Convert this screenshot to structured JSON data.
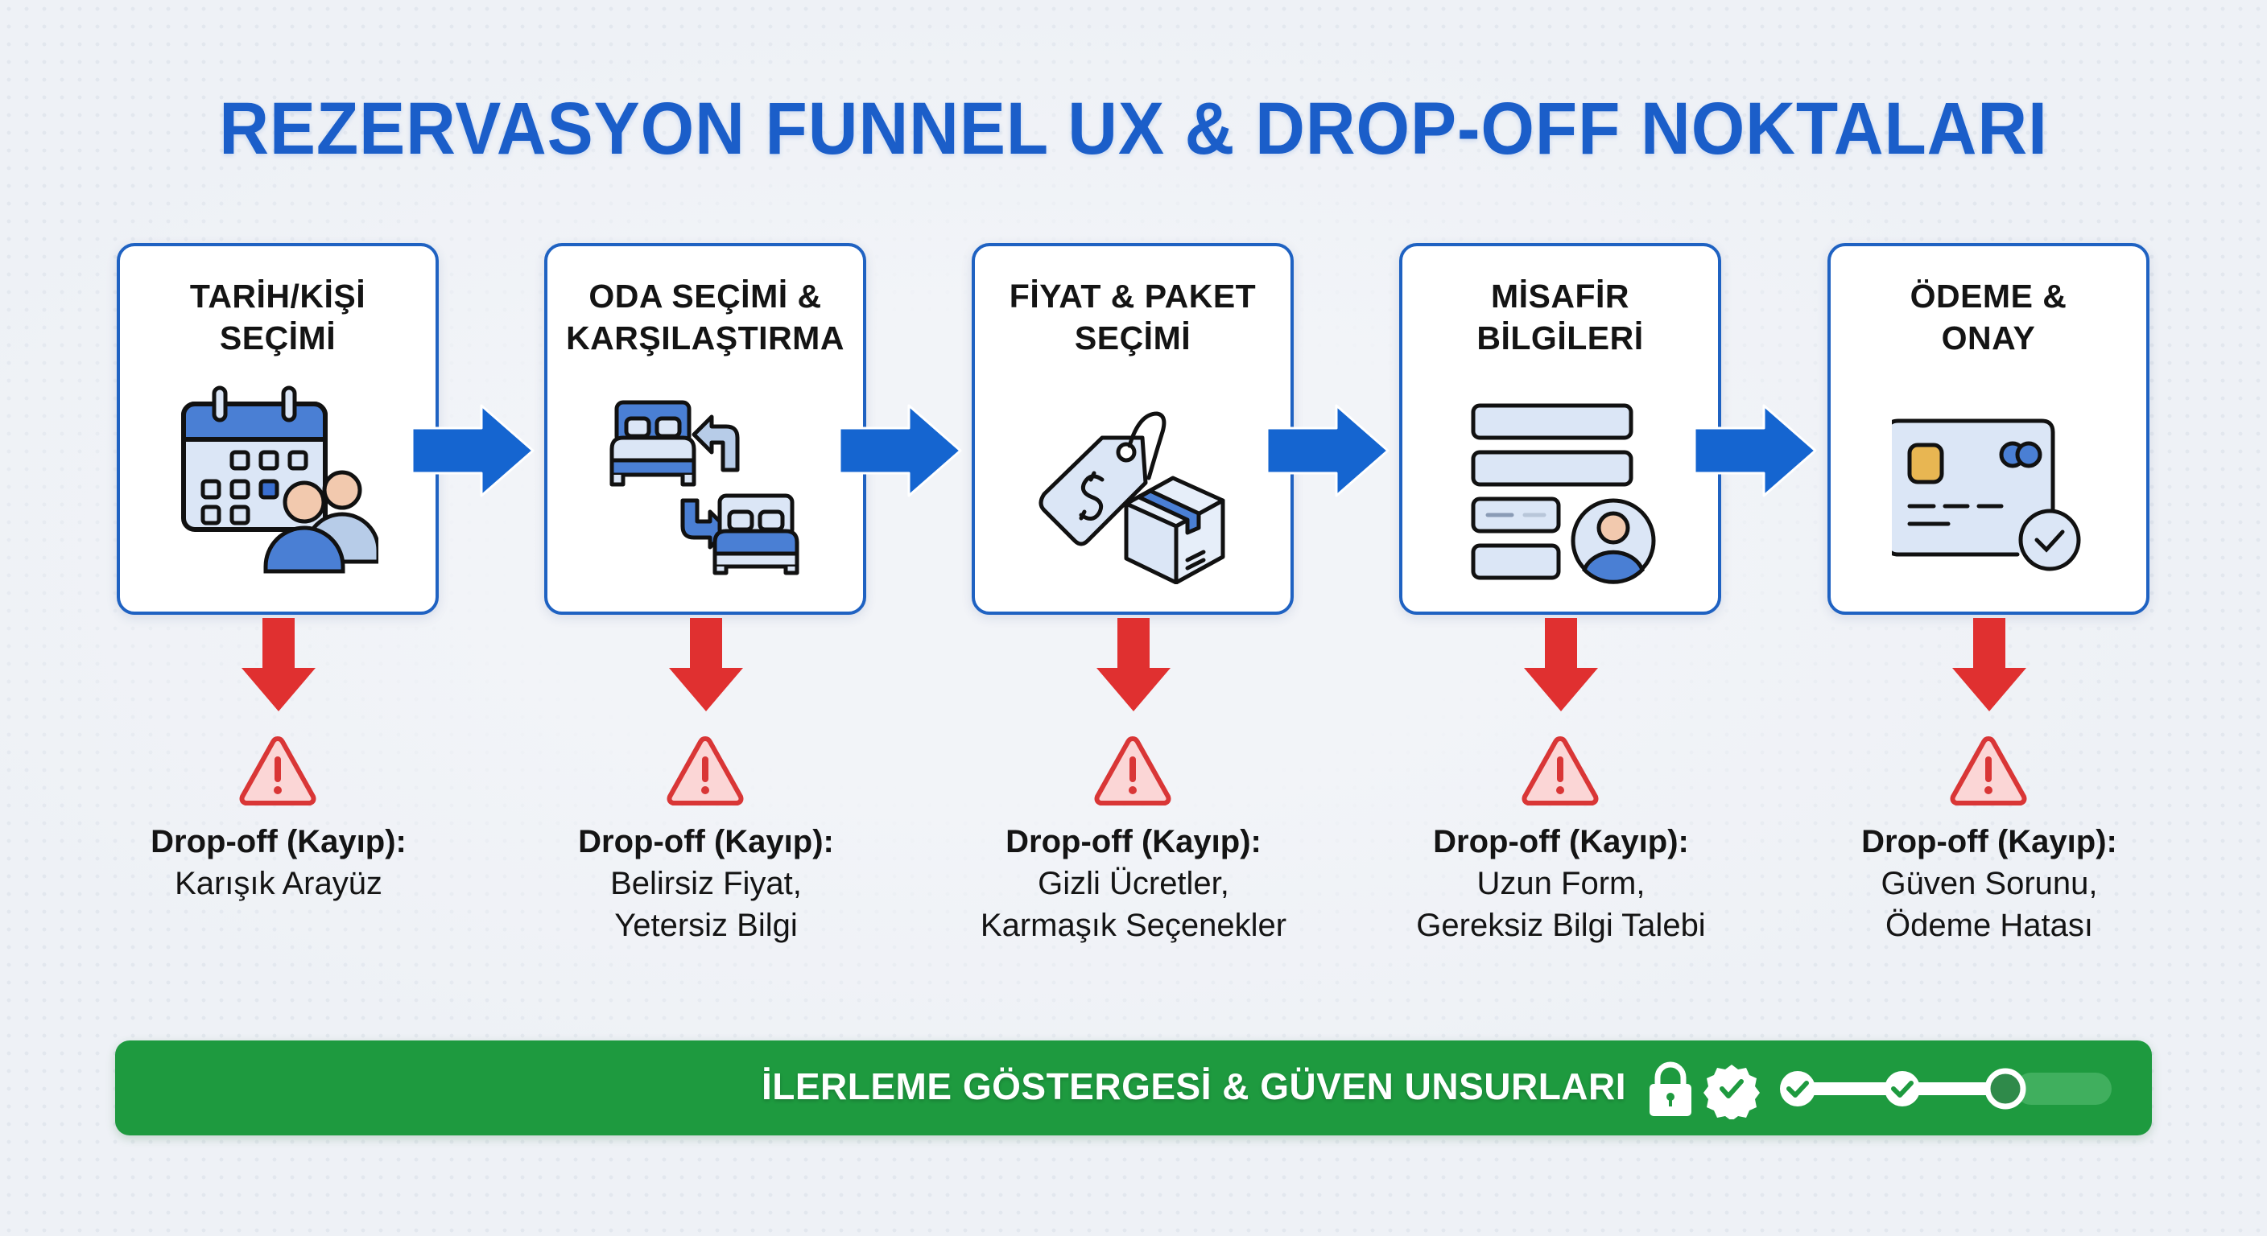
{
  "title": "REZERVASYON FUNNEL UX & DROP-OFF NOKTALARI",
  "colors": {
    "title_blue": "#1b5ec9",
    "card_border": "#1f62c2",
    "flow_arrow": "#1565d0",
    "drop_arrow": "#e03030",
    "warning": "#d93636",
    "trust_bar": "#1e9a3f",
    "icon_fill_light": "#d6e3f5",
    "icon_fill_blue": "#4a7fd4",
    "skin": "#f2c9ae",
    "chip_gold": "#e8b652"
  },
  "steps": [
    {
      "title_line1": "TARİH/KİŞİ",
      "title_line2": "SEÇİMİ",
      "icon": "calendar-people-icon",
      "drop_label": "Drop-off (Kayıp):",
      "drop_line1": "Karışık Arayüz",
      "drop_line2": ""
    },
    {
      "title_line1": "ODA SEÇİMİ &",
      "title_line2": "KARŞILAŞTIRMA",
      "icon": "beds-compare-icon",
      "drop_label": "Drop-off (Kayıp):",
      "drop_line1": "Belirsiz Fiyat,",
      "drop_line2": "Yetersiz Bilgi"
    },
    {
      "title_line1": "FİYAT & PAKET",
      "title_line2": "SEÇİMİ",
      "icon": "price-tag-package-icon",
      "drop_label": "Drop-off (Kayıp):",
      "drop_line1": "Gizli Ücretler,",
      "drop_line2": "Karmaşık Seçenekler"
    },
    {
      "title_line1": "MİSAFİR",
      "title_line2": "BİLGİLERİ",
      "icon": "guest-form-icon",
      "drop_label": "Drop-off (Kayıp):",
      "drop_line1": "Uzun Form,",
      "drop_line2": "Gereksiz Bilgi Talebi"
    },
    {
      "title_line1": "ÖDEME &",
      "title_line2": "ONAY",
      "icon": "credit-card-check-icon",
      "drop_label": "Drop-off (Kayıp):",
      "drop_line1": "Güven Sorunu,",
      "drop_line2": "Ödeme Hatası"
    }
  ],
  "trust_bar": {
    "label": "İLERLEME GÖSTERGESİ & GÜVEN UNSURLARI",
    "icons": [
      "lock-icon",
      "verified-badge-icon",
      "progress-step-complete",
      "progress-step-complete",
      "progress-step-current"
    ],
    "progress": {
      "completed_steps": 2,
      "current_step": 3
    }
  }
}
